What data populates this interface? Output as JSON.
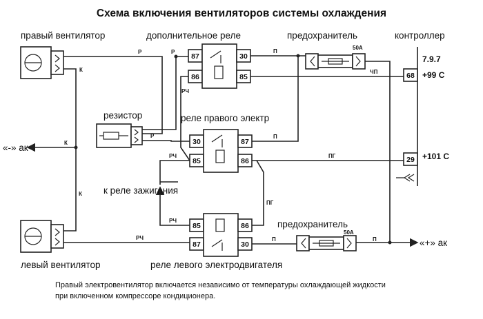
{
  "title": "Схема включения вентиляторов системы охлаждения",
  "labels": {
    "right_fan": "правый вентилятор",
    "left_fan": "левый вентилятор",
    "aux_relay": "дополнительное реле",
    "fuse_top": "предохранитель",
    "controller": "контроллер",
    "resistor": "резистор",
    "right_motor_relay": "реле правого электр",
    "left_motor_relay": "реле левого электродвигателя",
    "fuse_bottom": "предохранитель",
    "battery_minus": "«-» ак",
    "battery_plus": "«+» ак",
    "to_ignition_relay": "к реле зажигания"
  },
  "controller": {
    "code": "7.9.7",
    "pin68": "68",
    "pin68_temp": "+99 С",
    "pin29": "29",
    "pin29_temp": "+101 С"
  },
  "fuse_ratings": {
    "top": "50А",
    "bottom": "50А"
  },
  "pins": {
    "aux": {
      "p87": "87",
      "p30": "30",
      "p86": "86",
      "p85": "85"
    },
    "right": {
      "p30": "30",
      "p87": "87",
      "p85": "85",
      "p86": "86"
    },
    "left": {
      "p85": "85",
      "p86": "86",
      "p87": "87",
      "p30": "30"
    }
  },
  "wires": {
    "r1": "Р",
    "r2": "Р",
    "r3": "Р",
    "p1": "П",
    "p2": "П",
    "p3": "П",
    "p4": "П",
    "k1": "К",
    "k2": "К",
    "k3": "К",
    "rch1": "РЧ",
    "rch2": "РЧ",
    "rch3": "РЧ",
    "rch4": "РЧ",
    "chp": "ЧП",
    "pg1": "ПГ",
    "pg2": "ПГ"
  },
  "note": {
    "line1": "Правый электровентилятор включается независимо от температуры охлаждающей жидкости",
    "line2": "при включенном компрессоре кондиционера."
  }
}
